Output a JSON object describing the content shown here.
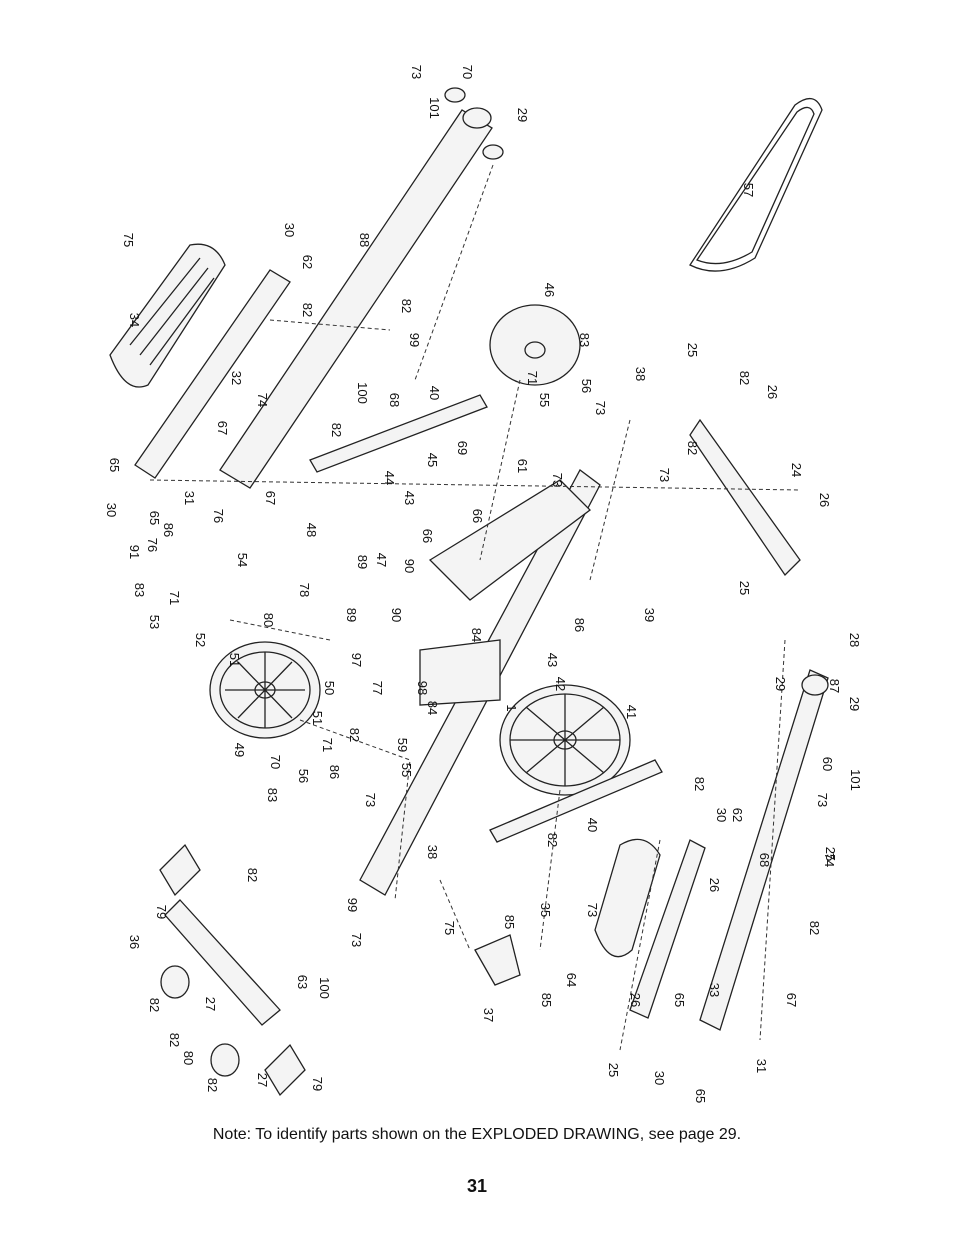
{
  "callouts": [
    "73",
    "70",
    "101",
    "29",
    "57",
    "88",
    "30",
    "62",
    "82",
    "75",
    "34",
    "46",
    "83",
    "99",
    "32",
    "82",
    "25",
    "82",
    "26",
    "40",
    "100",
    "74",
    "71",
    "55",
    "56",
    "38",
    "65",
    "67",
    "68",
    "73",
    "82",
    "69",
    "45",
    "61",
    "24",
    "44",
    "43",
    "30",
    "65",
    "31",
    "67",
    "76",
    "66",
    "66",
    "73",
    "82",
    "26",
    "48",
    "91",
    "86",
    "76",
    "89",
    "47",
    "73",
    "54",
    "90",
    "78",
    "25",
    "83",
    "53",
    "71",
    "89",
    "90",
    "86",
    "80",
    "52",
    "39",
    "97",
    "51",
    "84",
    "43",
    "77",
    "98",
    "42",
    "29",
    "50",
    "84",
    "1",
    "41",
    "82",
    "59",
    "49",
    "51",
    "71",
    "87",
    "29",
    "70",
    "55",
    "60",
    "101",
    "73",
    "83",
    "56",
    "86",
    "73",
    "28",
    "25",
    "82",
    "30",
    "62",
    "82",
    "40",
    "68",
    "82",
    "26",
    "74",
    "99",
    "38",
    "73",
    "73",
    "35",
    "75",
    "85",
    "36",
    "79",
    "82",
    "27",
    "63",
    "82",
    "100",
    "26",
    "65",
    "33",
    "67",
    "82",
    "85",
    "37",
    "64",
    "80",
    "27",
    "82",
    "79",
    "25",
    "30",
    "65",
    "31",
    "67"
  ],
  "note": "Note: To identify parts shown on the EXPLODED DRAWING, see page 29.",
  "page_number": "31"
}
